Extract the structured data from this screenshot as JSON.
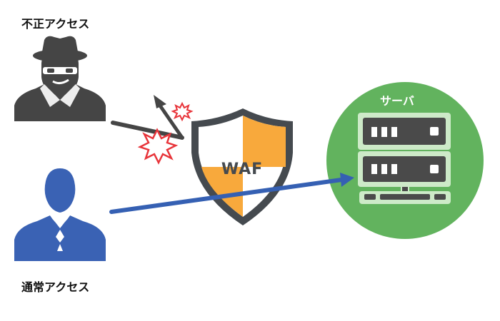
{
  "labels": {
    "unauthorized_access": "不正アクセス",
    "normal_access": "通常アクセス",
    "server": "サーバ",
    "waf": "WAF"
  },
  "colors": {
    "hacker": "#454545",
    "user": "#3a62b4",
    "shield_frame": "#454a4f",
    "shield_orange": "#f8a93c",
    "server_circle": "#62b35e",
    "server_body": "#4a4a4a",
    "blocked_arrow": "#454545",
    "normal_arrow": "#3560b3",
    "burst": "#e8343a"
  },
  "icons": {
    "attacker": "hacker-icon",
    "user": "user-icon",
    "shield": "shield-icon",
    "server": "server-icon",
    "impact": "impact-burst-icon"
  }
}
